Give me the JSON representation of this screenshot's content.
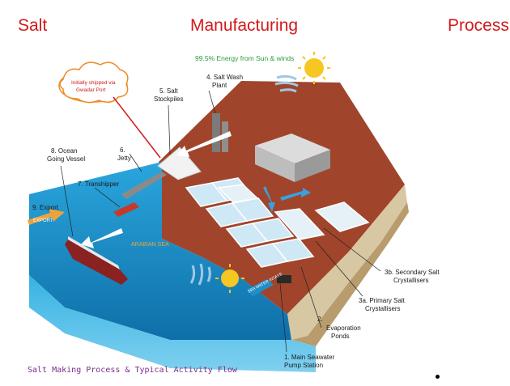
{
  "title": {
    "word1": "Salt",
    "word2": "Manufacturing",
    "word3": "Process"
  },
  "energy_label": "99.5% Energy from Sun & winds",
  "callout": {
    "line1": "Initially shipped via",
    "line2": "Gwadar Port"
  },
  "sea_label": "ARABIAN SEA",
  "export_arrow_text": "EXPORT",
  "intake_text": "SEA WATER INTAKE",
  "labels": {
    "l1a": "1. Main Seawater",
    "l1b": "Pump Station",
    "l2a": "2.",
    "l2b": "Evaporation",
    "l2c": "Ponds",
    "l3aa": "3a. Primary Salt",
    "l3ab": "Crystallisers",
    "l3ba": "3b. Secondary Salt",
    "l3bb": "Crystallisers",
    "l4a": "4. Salt Wash",
    "l4b": "Plant",
    "l5a": "5. Salt",
    "l5b": "Stockpiles",
    "l6a": "6.",
    "l6b": "Jetty",
    "l7": "7. Transhipper",
    "l8a": "8. Ocean",
    "l8b": "Going Vessel",
    "l9": "9. Export"
  },
  "caption": "Salt Making Process & Typical Activity Flow",
  "colors": {
    "title": "#d11a1a",
    "land": "#a0452b",
    "sea": "#1e8fc8",
    "energy": "#2e9e3a",
    "callout": "#f08a24",
    "caption": "#7a2e8a"
  }
}
